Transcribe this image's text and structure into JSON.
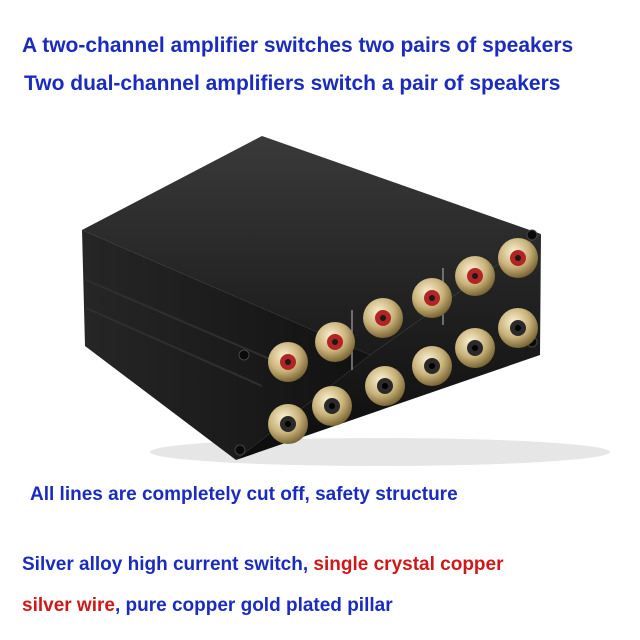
{
  "headline": {
    "line1": "A two-channel amplifier switches two pairs of speakers",
    "line2": "Two dual-channel amplifiers switch a pair of speakers"
  },
  "captions": {
    "line1": "All lines are completely cut off, safety structure",
    "line2_part1": "Silver alloy high current switch, ",
    "line2_part2": "single crystal copper",
    "line3_part1": "silver wire",
    "line3_part2": ", pure copper gold plated pillar"
  },
  "colors": {
    "blue_text": "#1a2bbf",
    "red_text": "#d01818",
    "box_body": "#1c1c1c"
  }
}
